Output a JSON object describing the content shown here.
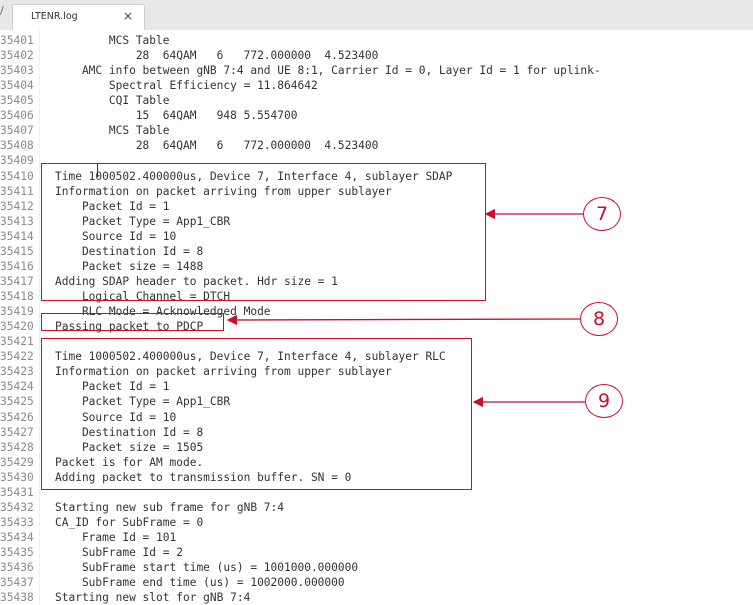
{
  "tab": {
    "title": "LTENR.log",
    "close_glyph": "×",
    "overflow_glyph": "/"
  },
  "lines": [
    {
      "n": "35401",
      "t": "        MCS Table"
    },
    {
      "n": "35402",
      "t": "            28  64QAM   6   772.000000  4.523400"
    },
    {
      "n": "35403",
      "t": "    AMC info between gNB 7:4 and UE 8:1, Carrier Id = 0, Layer Id = 1 for uplink-"
    },
    {
      "n": "35404",
      "t": "        Spectral Efficiency = 11.864642"
    },
    {
      "n": "35405",
      "t": "        CQI Table"
    },
    {
      "n": "35406",
      "t": "            15  64QAM   948 5.554700"
    },
    {
      "n": "35407",
      "t": "        MCS Table"
    },
    {
      "n": "35408",
      "t": "            28  64QAM   6   772.000000  4.523400"
    },
    {
      "n": "35409",
      "t": ""
    },
    {
      "n": "35410",
      "t": "Time 1000502.400000us, Device 7, Interface 4, sublayer SDAP"
    },
    {
      "n": "35411",
      "t": "Information on packet arriving from upper sublayer"
    },
    {
      "n": "35412",
      "t": "    Packet Id = 1"
    },
    {
      "n": "35413",
      "t": "    Packet Type = App1_CBR"
    },
    {
      "n": "35414",
      "t": "    Source Id = 10"
    },
    {
      "n": "35415",
      "t": "    Destination Id = 8"
    },
    {
      "n": "35416",
      "t": "    Packet size = 1488"
    },
    {
      "n": "35417",
      "t": "Adding SDAP header to packet. Hdr size = 1"
    },
    {
      "n": "35418",
      "t": "    Logical Channel = DTCH"
    },
    {
      "n": "35419",
      "t": "    RLC Mode = Acknowledged Mode"
    },
    {
      "n": "35420",
      "t": "Passing packet to PDCP"
    },
    {
      "n": "35421",
      "t": ""
    },
    {
      "n": "35422",
      "t": "Time 1000502.400000us, Device 7, Interface 4, sublayer RLC"
    },
    {
      "n": "35423",
      "t": "Information on packet arriving from upper sublayer"
    },
    {
      "n": "35424",
      "t": "    Packet Id = 1"
    },
    {
      "n": "35425",
      "t": "    Packet Type = App1_CBR"
    },
    {
      "n": "35426",
      "t": "    Source Id = 10"
    },
    {
      "n": "35427",
      "t": "    Destination Id = 8"
    },
    {
      "n": "35428",
      "t": "    Packet size = 1505"
    },
    {
      "n": "35429",
      "t": "Packet is for AM mode."
    },
    {
      "n": "35430",
      "t": "Adding packet to transmission buffer. SN = 0"
    },
    {
      "n": "35431",
      "t": ""
    },
    {
      "n": "35432",
      "t": "Starting new sub frame for gNB 7:4"
    },
    {
      "n": "35433",
      "t": "CA_ID for SubFrame = 0"
    },
    {
      "n": "35434",
      "t": "    Frame Id = 101"
    },
    {
      "n": "35435",
      "t": "    SubFrame Id = 2"
    },
    {
      "n": "35436",
      "t": "    SubFrame start time (us) = 1001000.000000"
    },
    {
      "n": "35437",
      "t": "    SubFrame end time (us) = 1002000.000000"
    },
    {
      "n": "35438",
      "t": "Starting new slot for gNB 7:4"
    }
  ],
  "callouts": [
    {
      "label": "7"
    },
    {
      "label": "8"
    },
    {
      "label": "9"
    }
  ],
  "colors": {
    "annotation": "#c8102e",
    "text": "#333333",
    "gutter_text": "#8a8a8a"
  }
}
